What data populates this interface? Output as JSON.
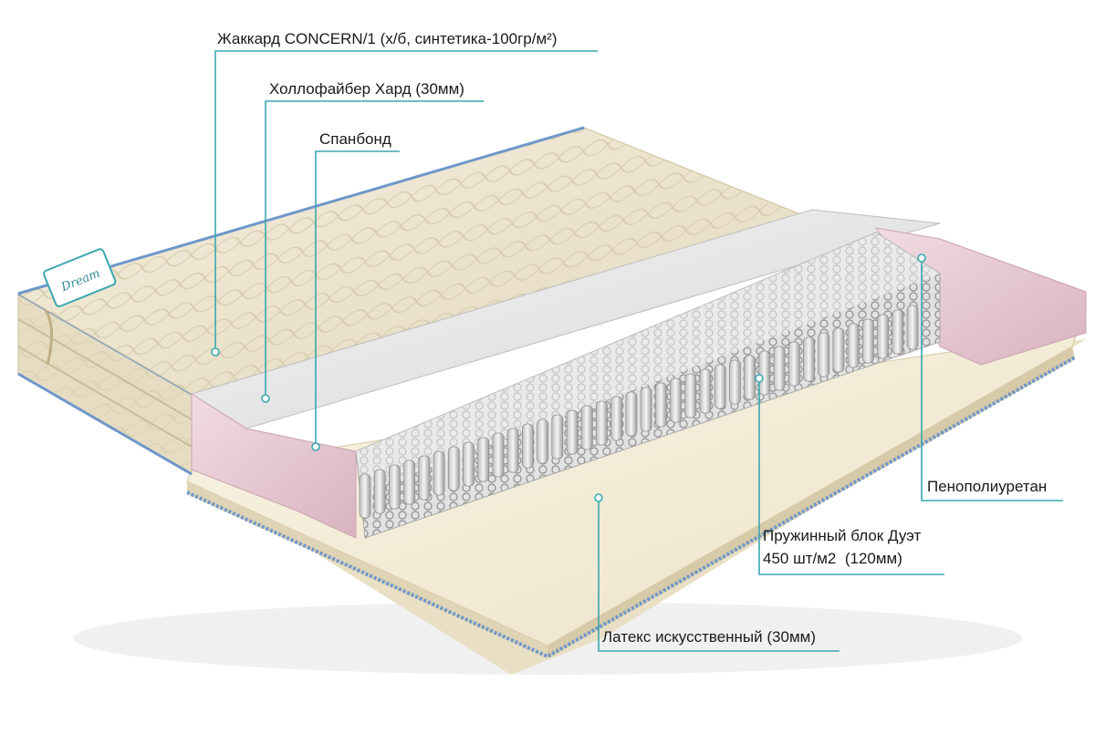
{
  "layers": {
    "jacquard": "Жаккард CONCERN/1 (х/б, синтетика-100гр/м²)",
    "hollofiber": "Холлофайбер Хард (30мм)",
    "spanbond": "Спанбонд",
    "ppu": "Пенополиуретан",
    "spring_line1": "Пружинный блок Дуэт",
    "spring_line2": "450 шт/м2  (120мм)",
    "latex": "Латекс искусственный (30мм)"
  },
  "brand_logo_text": "Dream",
  "colors": {
    "leader": "#3aa7b0",
    "jacquard": "#ede5cf",
    "foam_pink": "#e7c9d2",
    "latex": "#f3ecd9",
    "piping": "#6f97c9"
  }
}
